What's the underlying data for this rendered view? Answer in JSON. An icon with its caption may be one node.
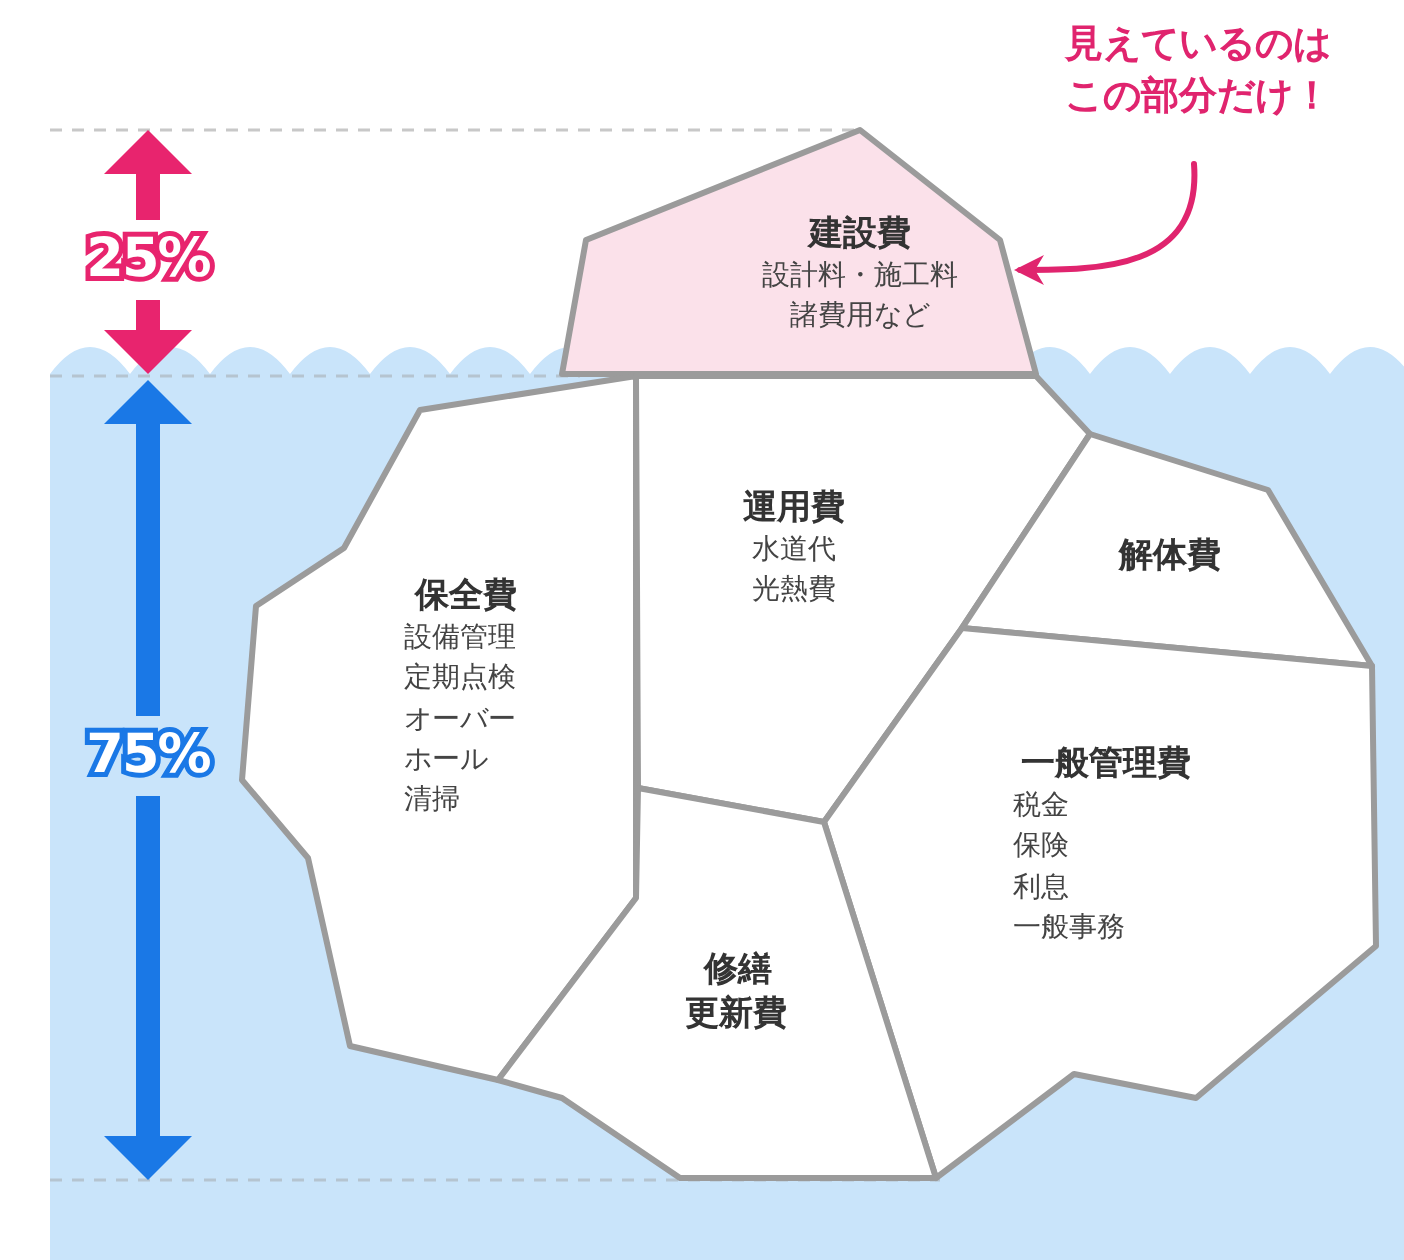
{
  "diagram": {
    "nodes": [
      {
        "text": [
          "見えているのはこの部分だけ！"
        ]
      },
      {
        "text": [
          "建設費",
          "設計料・施工料諸費用など"
        ]
      },
      {
        "text": [
          "保全費",
          "設備管理",
          "定期点検",
          "オーバーホール",
          "清掃"
        ]
      },
      {
        "text": [
          "運用費",
          "水道代",
          "光熱費"
        ]
      },
      {
        "text": [
          "解体費"
        ]
      },
      {
        "text": [
          "一般管理費",
          "税金",
          "保険",
          "利息",
          "一般事務"
        ]
      },
      {
        "text": [
          "修繕更新費"
        ]
      }
    ],
    "edges": [
      {
        "from": 0,
        "to": 1,
        "arrow": "to"
      }
    ],
    "labels": [
      "25%",
      "75%"
    ]
  }
}
